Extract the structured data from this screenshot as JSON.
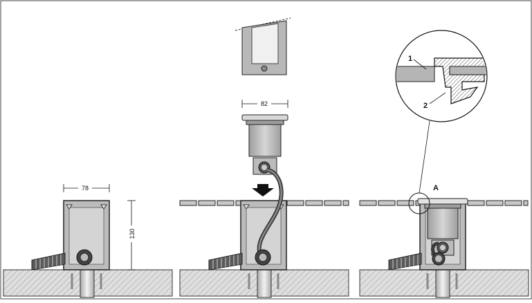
{
  "diagram": {
    "panel_left": {
      "width_label": "78",
      "height_label": "130"
    },
    "panel_middle": {
      "width_label": "82"
    },
    "panel_right": {
      "detail_marker": "A",
      "callouts": [
        "1",
        "2"
      ]
    }
  },
  "colors": {
    "outline": "#1a1a1a",
    "metal_fill": "#bdbdbd",
    "metal_light": "#e6e6e6",
    "ground_fill": "#d9d9d9",
    "paving_fill": "#c8c8c8"
  }
}
